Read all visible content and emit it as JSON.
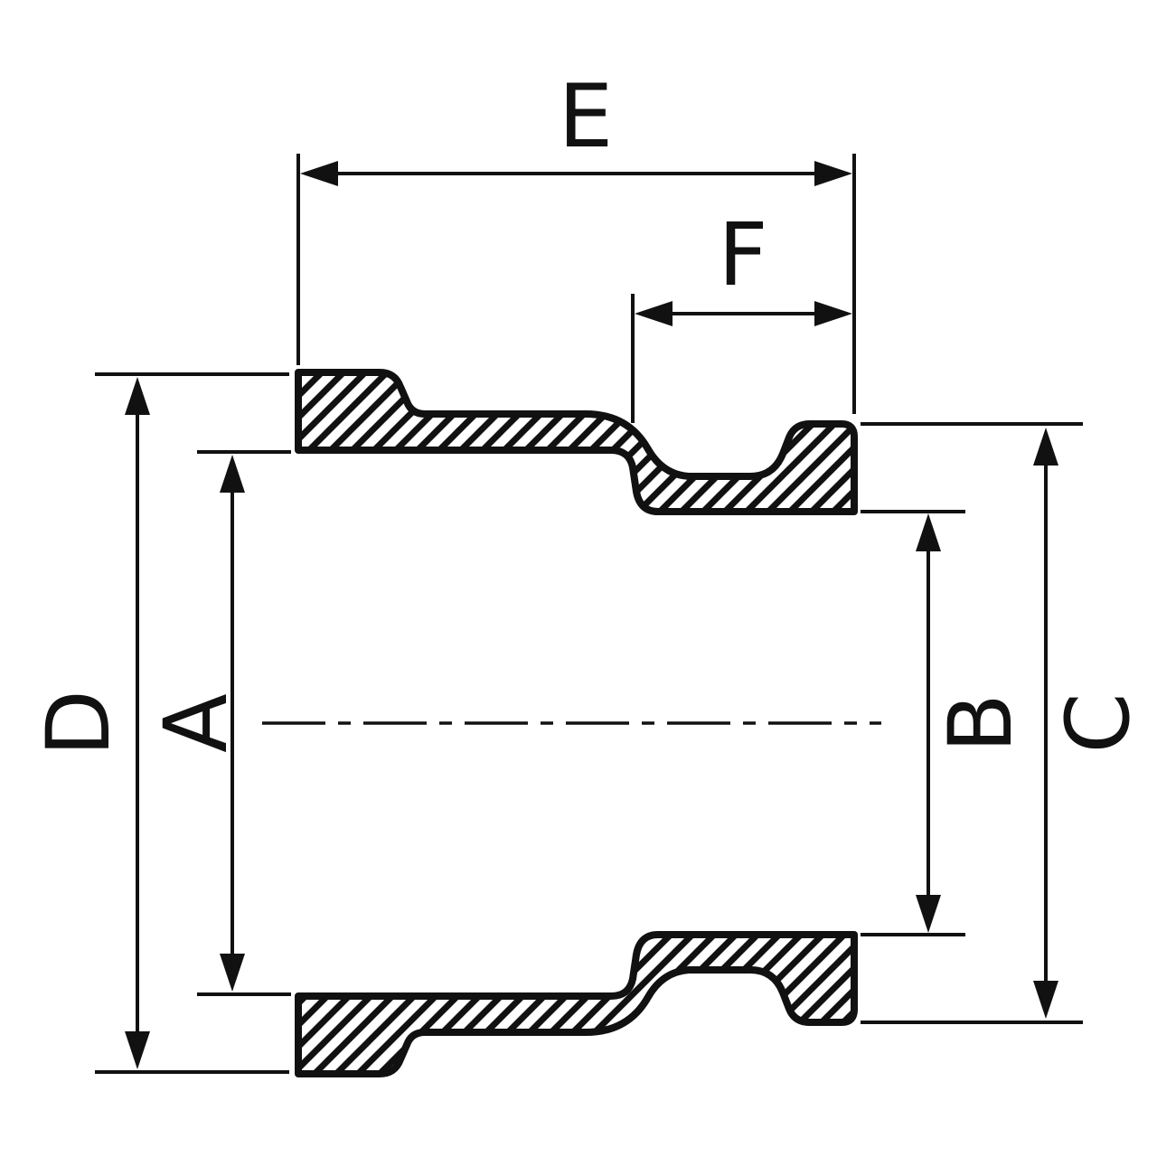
{
  "drawing": {
    "kind": "technical cross-section of a reducing socket pipe fitting",
    "colors": {
      "ink": "#111111",
      "background": "#ffffff"
    },
    "labels": {
      "a": "A",
      "b": "B",
      "c": "C",
      "d": "D",
      "e": "E",
      "f": "F"
    }
  }
}
